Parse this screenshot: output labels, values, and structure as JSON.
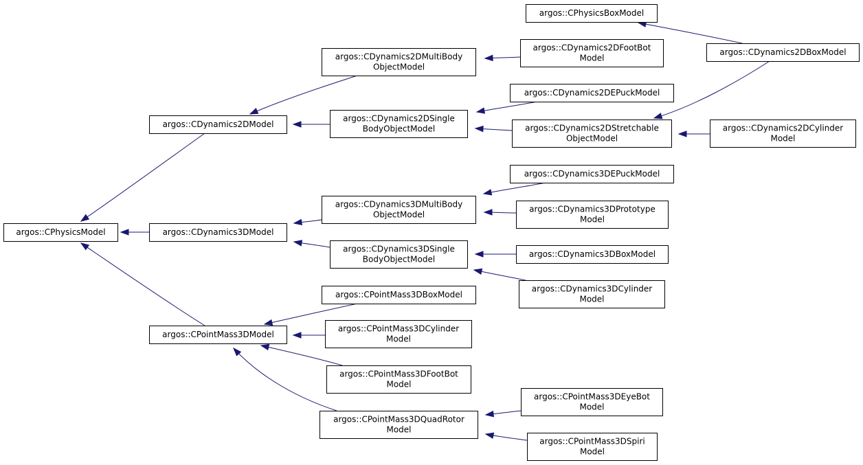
{
  "nodes": [
    {
      "id": "n0",
      "name": "cphysicsmodel",
      "lines": [
        "argos::CPhysicsModel"
      ]
    },
    {
      "id": "n1",
      "name": "cdynamics2dmodel",
      "lines": [
        "argos::CDynamics2DModel"
      ]
    },
    {
      "id": "n2",
      "name": "cdynamics3dmodel",
      "lines": [
        "argos::CDynamics3DModel"
      ]
    },
    {
      "id": "n3",
      "name": "cpointmass3dmodel",
      "lines": [
        "argos::CPointMass3DModel"
      ]
    },
    {
      "id": "n4",
      "name": "cdynamics2dmultibody",
      "lines": [
        "argos::CDynamics2DMultiBody",
        "ObjectModel"
      ]
    },
    {
      "id": "n5",
      "name": "cdynamics2dsinglebody",
      "lines": [
        "argos::CDynamics2DSingle",
        "BodyObjectModel"
      ]
    },
    {
      "id": "n6",
      "name": "cdynamics3dmultibody",
      "lines": [
        "argos::CDynamics3DMultiBody",
        "ObjectModel"
      ]
    },
    {
      "id": "n7",
      "name": "cdynamics3dsinglebody",
      "lines": [
        "argos::CDynamics3DSingle",
        "BodyObjectModel"
      ]
    },
    {
      "id": "n8",
      "name": "cpointmass3dboxmodel",
      "lines": [
        "argos::CPointMass3DBoxModel"
      ]
    },
    {
      "id": "n9",
      "name": "cpointmass3dcylindermodel",
      "lines": [
        "argos::CPointMass3DCylinder",
        "Model"
      ]
    },
    {
      "id": "n10",
      "name": "cpointmass3dfootbotmodel",
      "lines": [
        "argos::CPointMass3DFootBot",
        "Model"
      ]
    },
    {
      "id": "n11",
      "name": "cpointmass3dquadrotormodel",
      "lines": [
        "argos::CPointMass3DQuadRotor",
        "Model"
      ]
    },
    {
      "id": "n12",
      "name": "cphysicsboxmodel",
      "lines": [
        "argos::CPhysicsBoxModel"
      ]
    },
    {
      "id": "n13",
      "name": "cdynamics2dfootbotmodel",
      "lines": [
        "argos::CDynamics2DFootBot",
        "Model"
      ]
    },
    {
      "id": "n14",
      "name": "cdynamics2depuckmodel",
      "lines": [
        "argos::CDynamics2DEPuckModel"
      ]
    },
    {
      "id": "n15",
      "name": "cdynamics2dstretchable",
      "lines": [
        "argos::CDynamics2DStretchable",
        "ObjectModel"
      ]
    },
    {
      "id": "n16",
      "name": "cdynamics3depuckmodel",
      "lines": [
        "argos::CDynamics3DEPuckModel"
      ]
    },
    {
      "id": "n17",
      "name": "cdynamics3dprototypemodel",
      "lines": [
        "argos::CDynamics3DPrototype",
        "Model"
      ]
    },
    {
      "id": "n18",
      "name": "cdynamics3dboxmodel",
      "lines": [
        "argos::CDynamics3DBoxModel"
      ]
    },
    {
      "id": "n19",
      "name": "cdynamics3dcylindermodel",
      "lines": [
        "argos::CDynamics3DCylinder",
        "Model"
      ]
    },
    {
      "id": "n20",
      "name": "cpointmass3deyebotmodel",
      "lines": [
        "argos::CPointMass3DEyeBot",
        "Model"
      ]
    },
    {
      "id": "n21",
      "name": "cpointmass3dspirimodel",
      "lines": [
        "argos::CPointMass3DSpiri",
        "Model"
      ]
    },
    {
      "id": "n22",
      "name": "cdynamics2dboxmodel",
      "lines": [
        "argos::CDynamics2DBoxModel"
      ]
    },
    {
      "id": "n23",
      "name": "cdynamics2dcylindermodel",
      "lines": [
        "argos::CDynamics2DCylinder",
        "Model"
      ]
    }
  ],
  "edges": [
    {
      "from": "n1",
      "to": "n0"
    },
    {
      "from": "n2",
      "to": "n0"
    },
    {
      "from": "n3",
      "to": "n0"
    },
    {
      "from": "n4",
      "to": "n1"
    },
    {
      "from": "n5",
      "to": "n1"
    },
    {
      "from": "n6",
      "to": "n2"
    },
    {
      "from": "n7",
      "to": "n2"
    },
    {
      "from": "n8",
      "to": "n3"
    },
    {
      "from": "n9",
      "to": "n3"
    },
    {
      "from": "n10",
      "to": "n3"
    },
    {
      "from": "n11",
      "to": "n3"
    },
    {
      "from": "n13",
      "to": "n4"
    },
    {
      "from": "n14",
      "to": "n5"
    },
    {
      "from": "n15",
      "to": "n5"
    },
    {
      "from": "n22",
      "to": "n12"
    },
    {
      "from": "n22",
      "to": "n15"
    },
    {
      "from": "n23",
      "to": "n15"
    },
    {
      "from": "n16",
      "to": "n6"
    },
    {
      "from": "n17",
      "to": "n6"
    },
    {
      "from": "n18",
      "to": "n7"
    },
    {
      "from": "n19",
      "to": "n7"
    },
    {
      "from": "n20",
      "to": "n11"
    },
    {
      "from": "n21",
      "to": "n11"
    }
  ],
  "colors": {
    "edge": "#191970",
    "node_border": "#000000",
    "node_fill": "#ffffff"
  }
}
